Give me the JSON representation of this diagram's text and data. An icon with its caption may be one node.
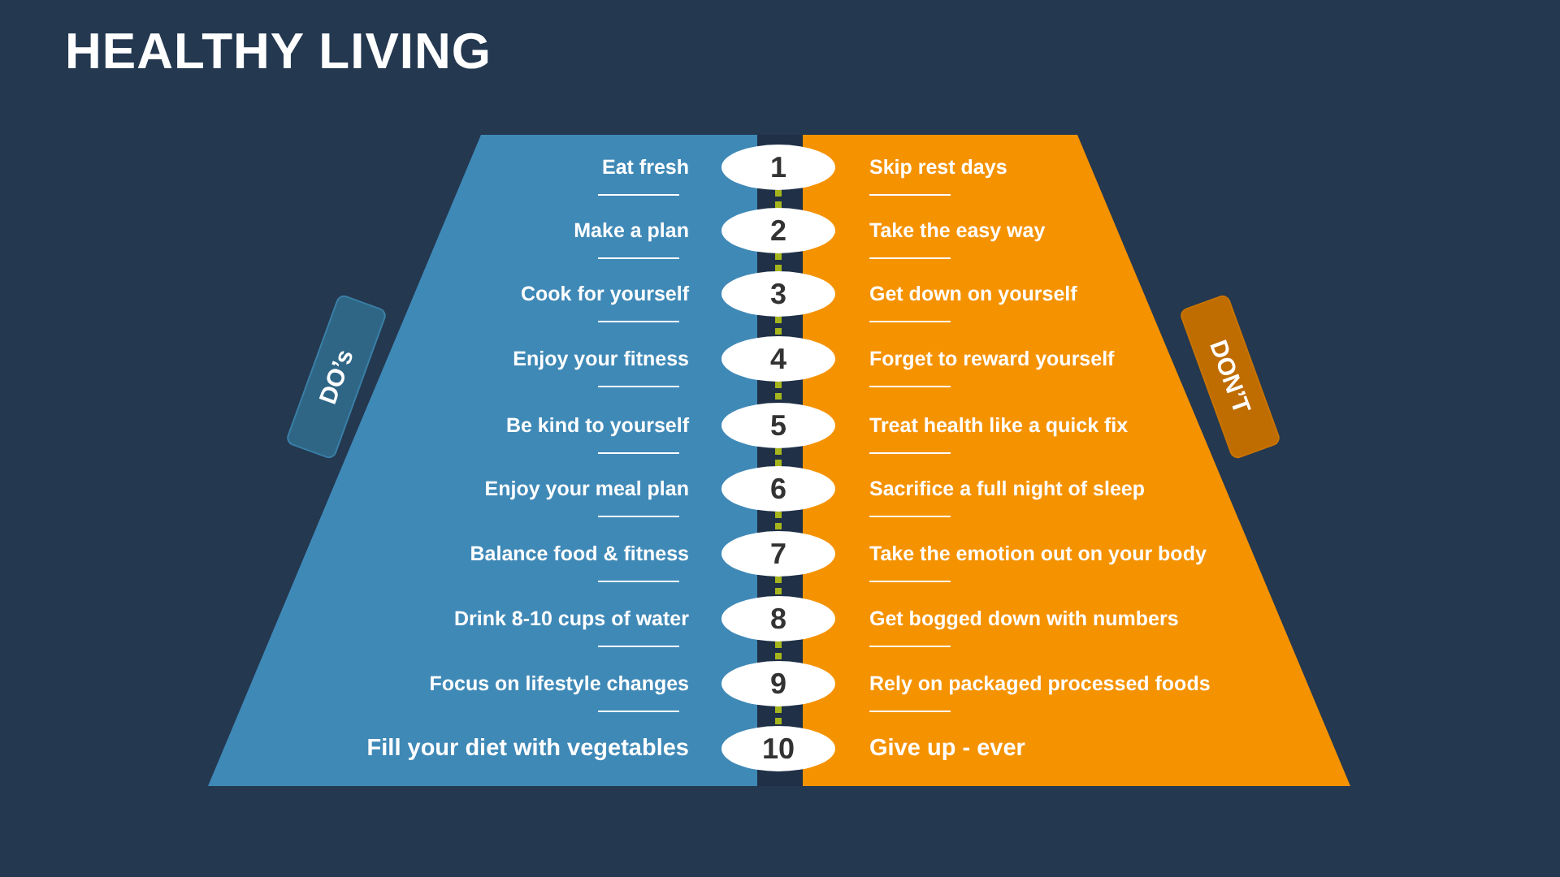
{
  "diagram": {
    "title": "HEALTHY LIVING",
    "nodes": [
      {
        "text": [
          "Eat fresh",
          "Make a plan",
          "Cook for yourself",
          "Enjoy your fitness",
          "Be kind to yourself",
          "Enjoy your meal plan",
          "Balance food & fitness",
          "Drink 8-10 cups of water",
          "Focus on lifestyle changes",
          "Fill your diet with vegetables"
        ]
      },
      {
        "text": [
          "Skip rest days",
          "Take the easy way",
          "Get down on yourself",
          "Forget to reward yourself",
          "Treat health like a quick fix",
          "Sacrifice a full night of sleep",
          "Take the emotion out on your body",
          "Get bogged down with numbers",
          "Rely on packaged processed foods",
          "Give up - ever"
        ]
      },
      {
        "text": [
          "DO’s"
        ]
      },
      {
        "text": [
          "DON’T"
        ]
      },
      {
        "text": [
          "1"
        ]
      },
      {
        "text": [
          "2"
        ]
      },
      {
        "text": [
          "3"
        ]
      },
      {
        "text": [
          "4"
        ]
      },
      {
        "text": [
          "5"
        ]
      },
      {
        "text": [
          "6"
        ]
      },
      {
        "text": [
          "7"
        ]
      },
      {
        "text": [
          "8"
        ]
      },
      {
        "text": [
          "9"
        ]
      },
      {
        "text": [
          "10"
        ]
      }
    ],
    "edges": [
      {
        "from": 4,
        "to": 5,
        "arrow": "none",
        "style": "dashed",
        "color": "#a6b51c"
      },
      {
        "from": 5,
        "to": 6,
        "arrow": "none",
        "style": "dashed",
        "color": "#a6b51c"
      },
      {
        "from": 6,
        "to": 7,
        "arrow": "none",
        "style": "dashed",
        "color": "#a6b51c"
      },
      {
        "from": 7,
        "to": 8,
        "arrow": "none",
        "style": "dashed",
        "color": "#a6b51c"
      },
      {
        "from": 8,
        "to": 9,
        "arrow": "none",
        "style": "dashed",
        "color": "#a6b51c"
      },
      {
        "from": 9,
        "to": 10,
        "arrow": "none",
        "style": "dashed",
        "color": "#a6b51c"
      },
      {
        "from": 10,
        "to": 11,
        "arrow": "none",
        "style": "dashed",
        "color": "#a6b51c"
      },
      {
        "from": 11,
        "to": 12,
        "arrow": "none",
        "style": "dashed",
        "color": "#a6b51c"
      },
      {
        "from": 12,
        "to": 13,
        "arrow": "none",
        "style": "dashed",
        "color": "#a6b51c"
      }
    ]
  }
}
